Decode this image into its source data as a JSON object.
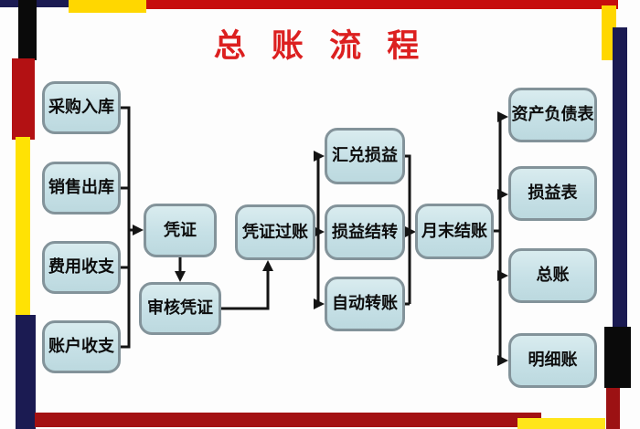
{
  "title": "总 账 流 程",
  "flow": {
    "sources": [
      "采购入库",
      "销售出库",
      "费用收支",
      "账户收支"
    ],
    "voucher": "凭证",
    "audit": "审核凭证",
    "posting": "凭证过账",
    "month_end_tasks": [
      "汇兑损益",
      "损益结转",
      "自动转账"
    ],
    "month_end_close": "月末结账",
    "outputs": [
      "资产负债表",
      "损益表",
      "总账",
      "明细账"
    ]
  },
  "colors": {
    "title_red": "#dc2020",
    "node_fill": "#c9e2e8",
    "node_border": "#83939a",
    "connector": "#141414",
    "frame_red": "#c60d0d",
    "frame_dark_red": "#a31113",
    "frame_yellow": "#ffd700",
    "frame_navy": "#1b1b52",
    "frame_black": "#0a0a0a",
    "background": "#fdfdfd"
  }
}
